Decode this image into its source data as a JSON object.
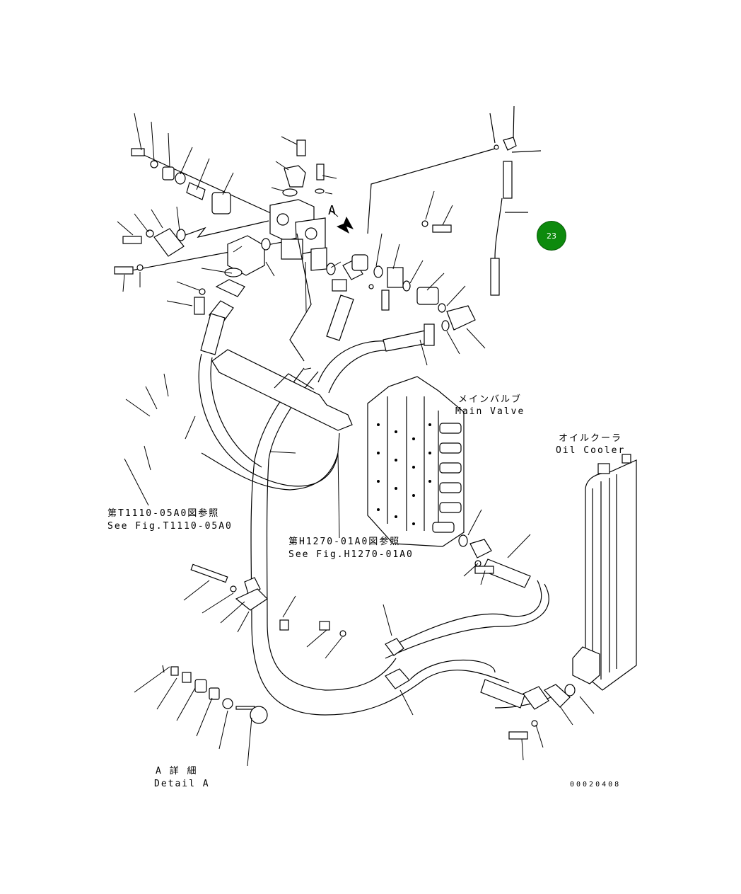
{
  "callout": {
    "number": "23",
    "color": "#0d8a0d"
  },
  "labels": {
    "main_valve_jp": "メインバルブ",
    "main_valve_en": "Main Valve",
    "oil_cooler_jp": "オイルクーラ",
    "oil_cooler_en": "Oil Cooler",
    "ref1_jp": "第T1110-05A0図参照",
    "ref1_en": "See Fig.T1110-05A0",
    "ref2_jp": "第H1270-01A0図参照",
    "ref2_en": "See Fig.H1270-01A0",
    "detail_jp": "A 詳 細",
    "detail_en": "Detail A",
    "detail_marker": "A",
    "drawing_number": "00020408"
  }
}
